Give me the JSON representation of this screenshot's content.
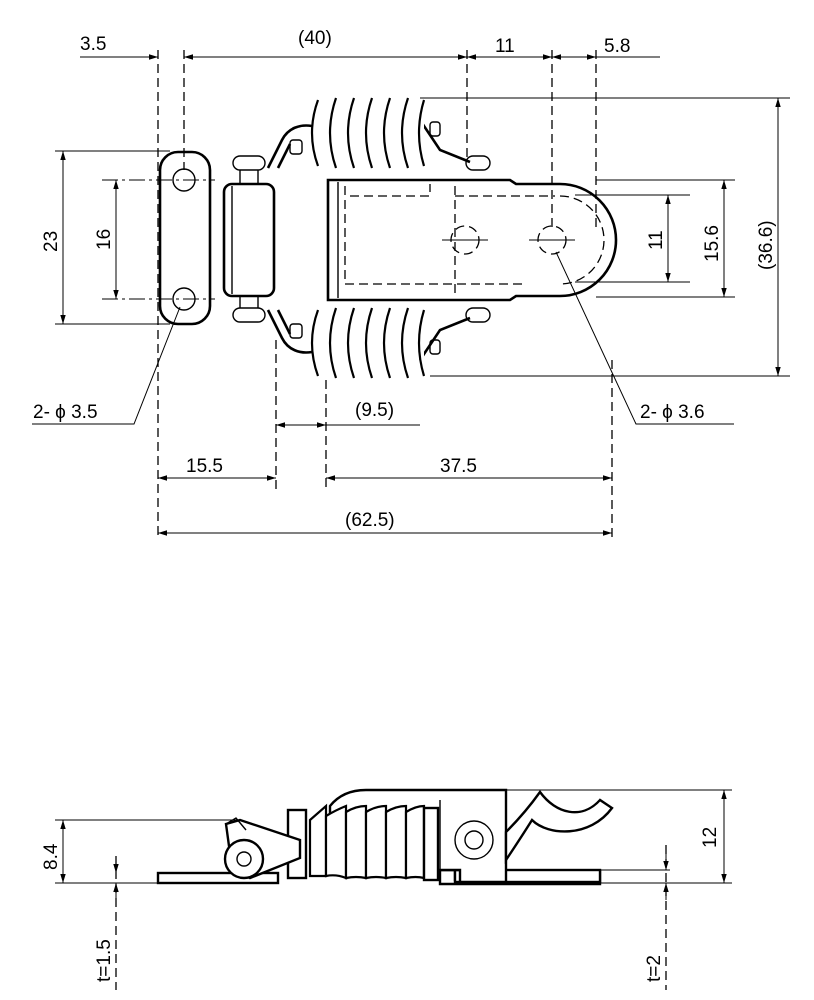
{
  "top_view": {
    "dims": {
      "d_3_5": "3.5",
      "d_40": "(40)",
      "d_11_top": "11",
      "d_5_8": "5.8",
      "d_23": "23",
      "d_16": "16",
      "d_11_right": "11",
      "d_15_6": "15.6",
      "d_36_6": "(36.6)",
      "d_9_5": "(9.5)",
      "d_15_5": "15.5",
      "d_37_5": "37.5",
      "d_62_5": "(62.5)"
    },
    "holes": {
      "left": "2- ϕ 3.5",
      "right": "2- ϕ 3.6"
    }
  },
  "side_view": {
    "dims": {
      "d_8_4": "8.4",
      "d_12": "12",
      "t_1_5": "t=1.5",
      "t_2": "t=2"
    }
  }
}
